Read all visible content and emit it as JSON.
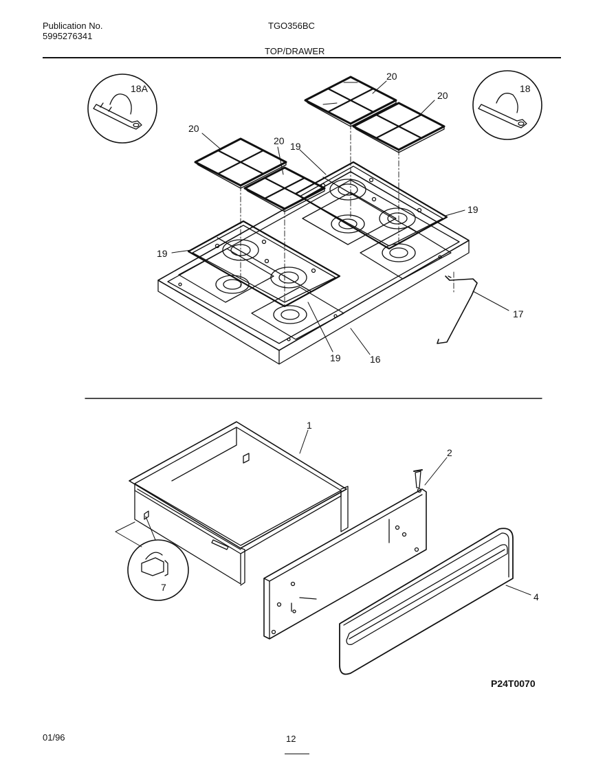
{
  "header": {
    "publication_label": "Publication No.",
    "publication_number": "5995276341",
    "model": "TGO356BC",
    "section_title": "TOP/DRAWER"
  },
  "callouts": {
    "c18a": "18A",
    "c18": "18",
    "c20a": "20",
    "c20b": "20",
    "c20c": "20",
    "c20d": "20",
    "c19a": "19",
    "c19b": "19",
    "c19c": "19",
    "c19d": "19",
    "c16": "16",
    "c17": "17",
    "c1": "1",
    "c2": "2",
    "c4": "4",
    "c7": "7"
  },
  "figure_id": "P24T0070",
  "footer": {
    "date": "01/96",
    "page_number": "12"
  }
}
